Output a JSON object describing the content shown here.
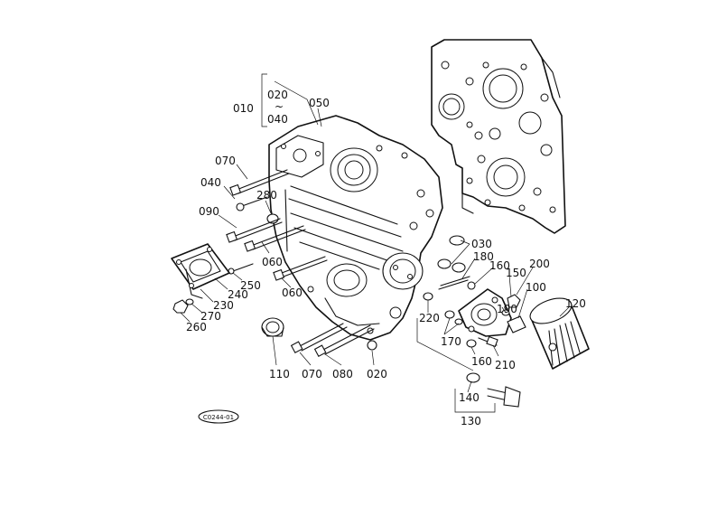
{
  "parts": {
    "p010": "010",
    "p020_top": "020",
    "p040_top": "040",
    "p050": "050",
    "p070_left": "070",
    "p040_left": "040",
    "p280": "280",
    "p090": "090",
    "p030": "030",
    "p180": "180",
    "p160_top": "160",
    "p150": "150",
    "p200": "200",
    "p100": "100",
    "p120": "120",
    "p060_upper": "060",
    "p250": "250",
    "p240": "240",
    "p230": "230",
    "p270": "270",
    "p260": "260",
    "p060_lower": "060",
    "p190": "190",
    "p220": "220",
    "p170": "170",
    "p160_bottom": "160",
    "p210": "210",
    "p110": "110",
    "p070_bottom": "070",
    "p080": "080",
    "p020_bottom": "020",
    "p140": "140",
    "p130": "130"
  },
  "bracket_tilde": "~",
  "figure_ref": "C0244-01"
}
